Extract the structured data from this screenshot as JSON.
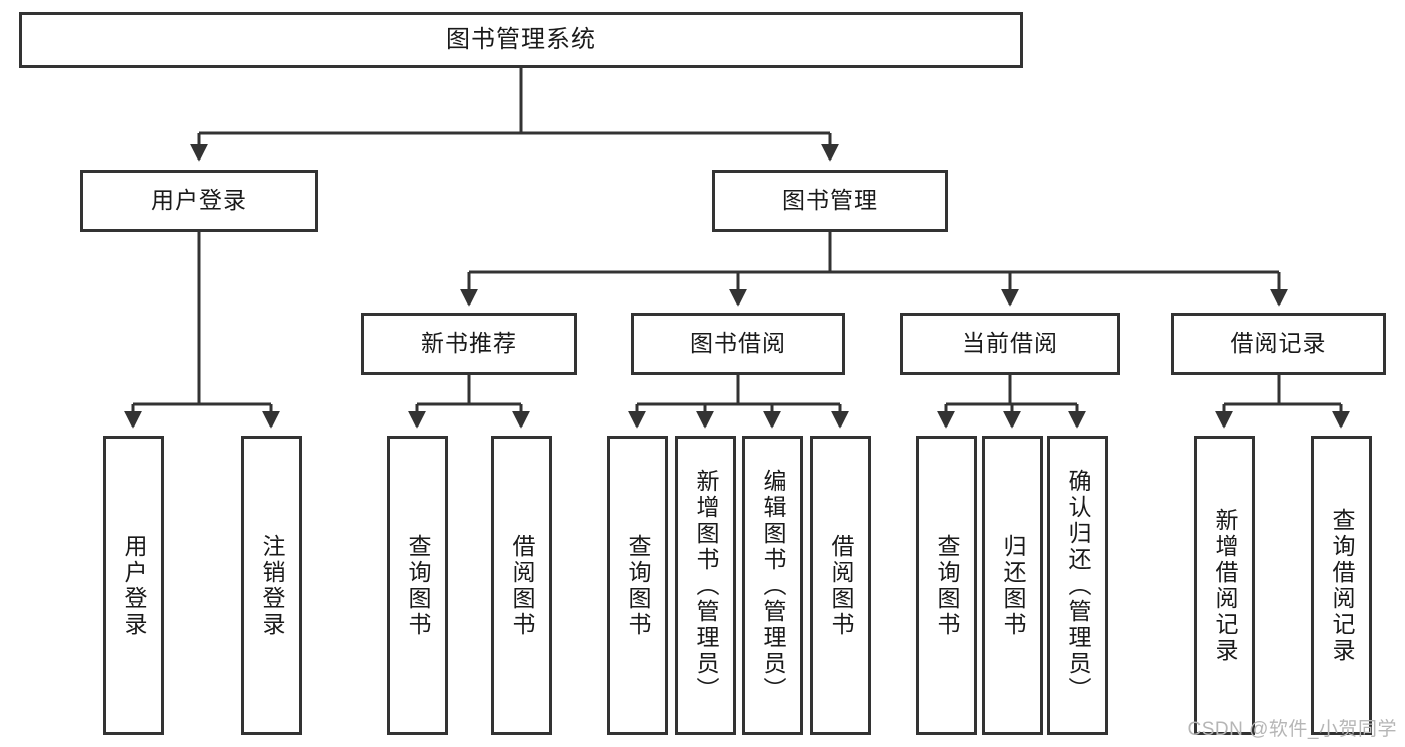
{
  "diagram": {
    "title": "图书管理系统",
    "type": "tree-hierarchy",
    "watermark": "CSDN @软件_小贺同学",
    "colors": {
      "box_border": "#333333",
      "box_fill": "#ffffff",
      "edge": "#333333",
      "text": "#1a1a1a",
      "watermark": "#b6b6b6",
      "background": "#ffffff"
    },
    "nodes": {
      "root": {
        "label": "图书管理系统"
      },
      "level2": [
        {
          "id": "user_login",
          "label": "用户登录"
        },
        {
          "id": "book_mgmt",
          "label": "图书管理"
        }
      ],
      "level3": [
        {
          "id": "new_book_rec",
          "label": "新书推荐"
        },
        {
          "id": "book_borrow",
          "label": "图书借阅"
        },
        {
          "id": "current_borrow",
          "label": "当前借阅"
        },
        {
          "id": "borrow_record",
          "label": "借阅记录"
        }
      ],
      "leaves": {
        "user_login": [
          {
            "id": "leaf_user_login",
            "label": "用户登录"
          },
          {
            "id": "leaf_user_logout",
            "label": "注销登录"
          }
        ],
        "new_book_rec": [
          {
            "id": "leaf_query_book_1",
            "label": "查询图书"
          },
          {
            "id": "leaf_borrow_book_1",
            "label": "借阅图书"
          }
        ],
        "book_borrow": [
          {
            "id": "leaf_query_book_2",
            "label": "查询图书"
          },
          {
            "id": "leaf_add_book",
            "label": "新增图书（管理员）"
          },
          {
            "id": "leaf_edit_book",
            "label": "编辑图书（管理员）"
          },
          {
            "id": "leaf_borrow_book_2",
            "label": "借阅图书"
          }
        ],
        "current_borrow": [
          {
            "id": "leaf_query_book_3",
            "label": "查询图书"
          },
          {
            "id": "leaf_return_book",
            "label": "归还图书"
          },
          {
            "id": "leaf_confirm_return",
            "label": "确认归还（管理员）"
          }
        ],
        "borrow_record": [
          {
            "id": "leaf_add_record",
            "label": "新增借阅记录"
          },
          {
            "id": "leaf_query_record",
            "label": "查询借阅记录"
          }
        ]
      }
    }
  }
}
